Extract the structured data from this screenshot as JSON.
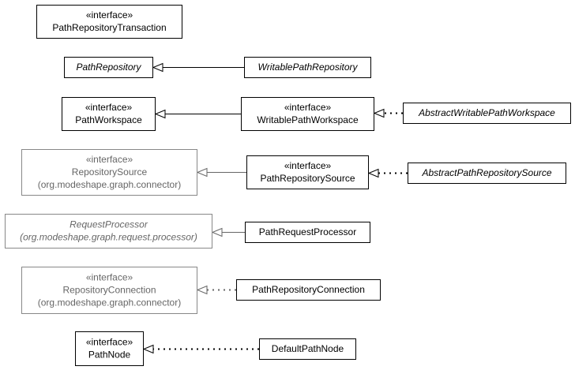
{
  "diagram": {
    "stereotype": "«interface»",
    "nodes": {
      "path_repository_transaction": {
        "lines": [
          "«interface»",
          "PathRepositoryTransaction"
        ],
        "italic": false,
        "external": false
      },
      "path_repository": {
        "lines": [
          "PathRepository"
        ],
        "italic": true,
        "external": false
      },
      "writable_path_repository": {
        "lines": [
          "WritablePathRepository"
        ],
        "italic": true,
        "external": false
      },
      "path_workspace": {
        "lines": [
          "«interface»",
          "PathWorkspace"
        ],
        "italic": false,
        "external": false
      },
      "writable_path_workspace": {
        "lines": [
          "«interface»",
          "WritablePathWorkspace"
        ],
        "italic": false,
        "external": false
      },
      "abstract_writable_path_workspace": {
        "lines": [
          "AbstractWritablePathWorkspace"
        ],
        "italic": true,
        "external": false
      },
      "repository_source": {
        "lines": [
          "«interface»",
          "RepositorySource",
          "(org.modeshape.graph.connector)"
        ],
        "italic": false,
        "external": true
      },
      "path_repository_source": {
        "lines": [
          "«interface»",
          "PathRepositorySource"
        ],
        "italic": false,
        "external": false
      },
      "abstract_path_repository_source": {
        "lines": [
          "AbstractPathRepositorySource"
        ],
        "italic": true,
        "external": false
      },
      "request_processor": {
        "lines": [
          "RequestProcessor",
          "(org.modeshape.graph.request.processor)"
        ],
        "italic": true,
        "external": true
      },
      "path_request_processor": {
        "lines": [
          "PathRequestProcessor"
        ],
        "italic": false,
        "external": false
      },
      "repository_connection": {
        "lines": [
          "«interface»",
          "RepositoryConnection",
          "(org.modeshape.graph.connector)"
        ],
        "italic": false,
        "external": true
      },
      "path_repository_connection": {
        "lines": [
          "PathRepositoryConnection"
        ],
        "italic": false,
        "external": false
      },
      "path_node": {
        "lines": [
          "«interface»",
          "PathNode"
        ],
        "italic": false,
        "external": false
      },
      "default_path_node": {
        "lines": [
          "DefaultPathNode"
        ],
        "italic": false,
        "external": false
      }
    },
    "relations": [
      {
        "from": "writable_path_repository",
        "to": "path_repository",
        "kind": "extends"
      },
      {
        "from": "writable_path_workspace",
        "to": "path_workspace",
        "kind": "extends"
      },
      {
        "from": "abstract_writable_path_workspace",
        "to": "writable_path_workspace",
        "kind": "implements"
      },
      {
        "from": "path_repository_source",
        "to": "repository_source",
        "kind": "extends"
      },
      {
        "from": "abstract_path_repository_source",
        "to": "path_repository_source",
        "kind": "implements"
      },
      {
        "from": "path_request_processor",
        "to": "request_processor",
        "kind": "extends"
      },
      {
        "from": "path_repository_connection",
        "to": "repository_connection",
        "kind": "implements"
      },
      {
        "from": "default_path_node",
        "to": "path_node",
        "kind": "implements"
      }
    ]
  }
}
